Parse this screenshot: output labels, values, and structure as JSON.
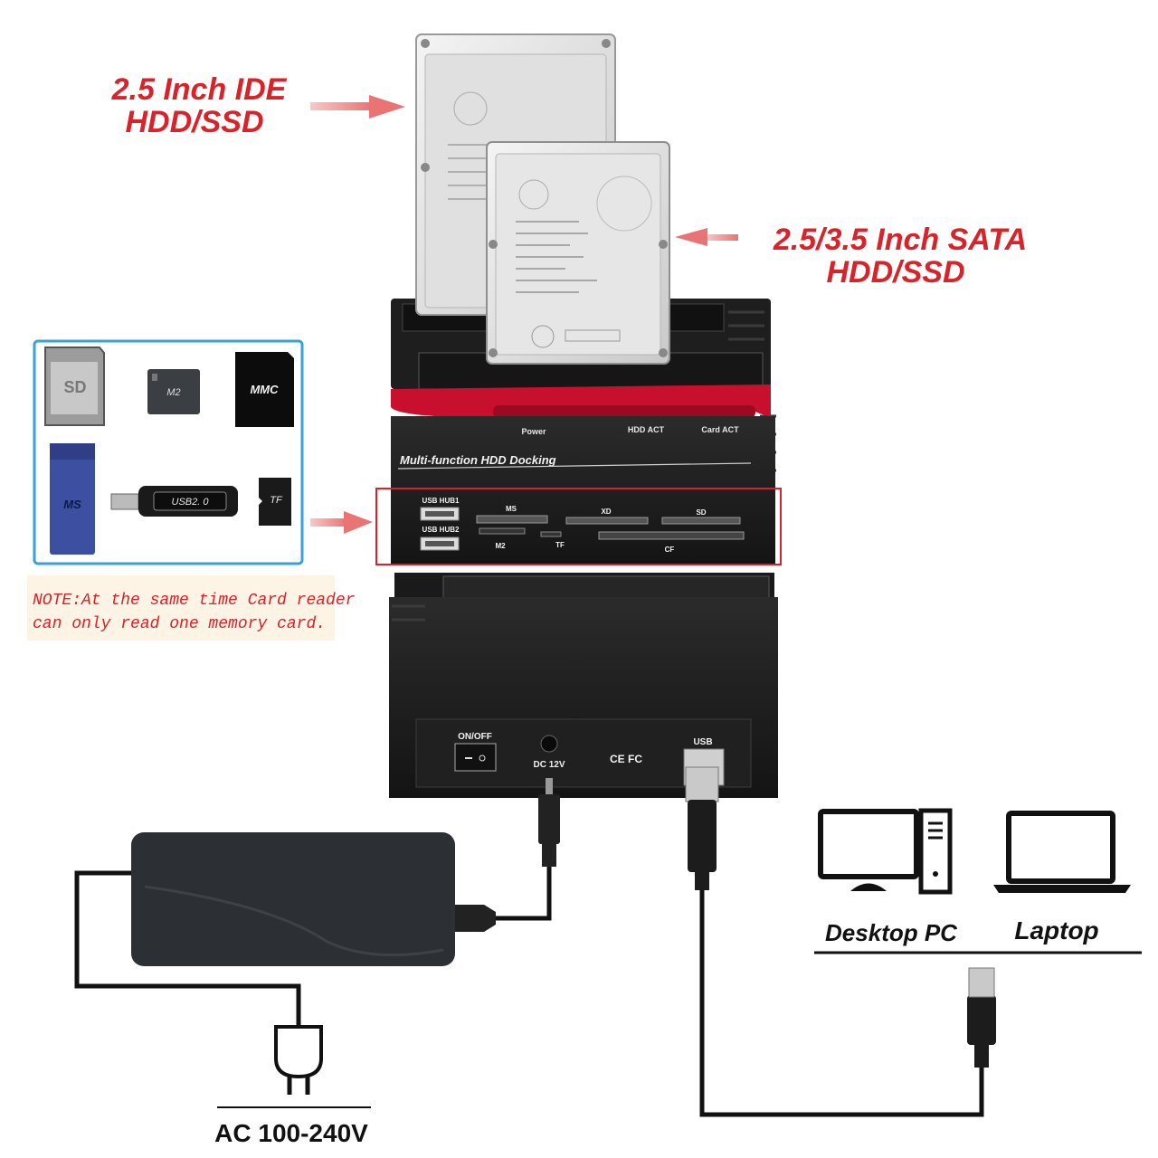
{
  "labels": {
    "ide_drive": [
      "2.5 Inch IDE",
      "HDD/SSD"
    ],
    "sata_drive": [
      "2.5/3.5 Inch SATA",
      "HDD/SSD"
    ],
    "ac_power": "AC 100-240V",
    "desktop": "Desktop PC",
    "laptop": "Laptop"
  },
  "dock": {
    "title": "Multi-function HDD Docking",
    "leds": [
      "Power",
      "HDD ACT",
      "Card ACT"
    ],
    "ports": {
      "usb_hub1": "USB HUB1",
      "usb_hub2": "USB HUB2",
      "ms": "MS",
      "m2": "M2",
      "tf": "TF",
      "xd": "XD",
      "cf": "CF",
      "sd": "SD"
    },
    "rear": {
      "switch": "ON/OFF",
      "dc": "DC 12V",
      "usb": "USB",
      "cert": "CE FC"
    }
  },
  "cards": {
    "sd": "SD",
    "m2": "M2",
    "mmc": "MMC",
    "ms": "MS",
    "usb": "USB2. 0",
    "tf": "TF"
  },
  "note": [
    "NOTE:At the same time Card reader",
    "can only read one memory card."
  ],
  "colors": {
    "accent_red": "#d8232a",
    "panel_border": "#3aa0d8",
    "note_bg": "#fdf4e6"
  }
}
